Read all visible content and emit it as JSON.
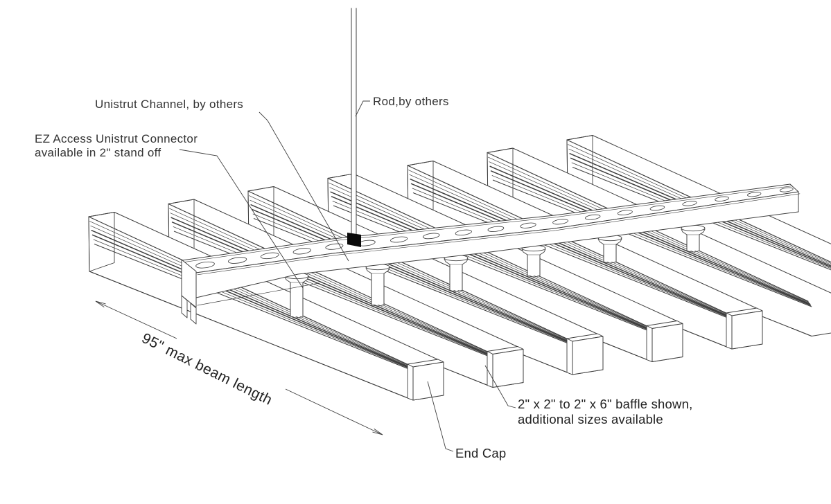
{
  "diagram": {
    "type": "isometric-installation-detail",
    "labels": {
      "rod": "Rod,by others",
      "channel": "Unistrut Channel, by others",
      "connector_line1": "EZ Access Unistrut Connector",
      "connector_line2": "available in 2\" stand off",
      "dimension": "95\" max beam length",
      "baffle_line1": "2\" x 2\" to 2\" x 6\" baffle shown,",
      "baffle_line2": "additional sizes available",
      "end_cap": "End Cap"
    },
    "counts": {
      "baffles": 7,
      "connectors": 6
    },
    "colors": {
      "background": "#ffffff",
      "line": "#3f3f3f",
      "text_primary": "#333333",
      "text_secondary": "#222222",
      "nut": "#0a0a0a"
    }
  }
}
